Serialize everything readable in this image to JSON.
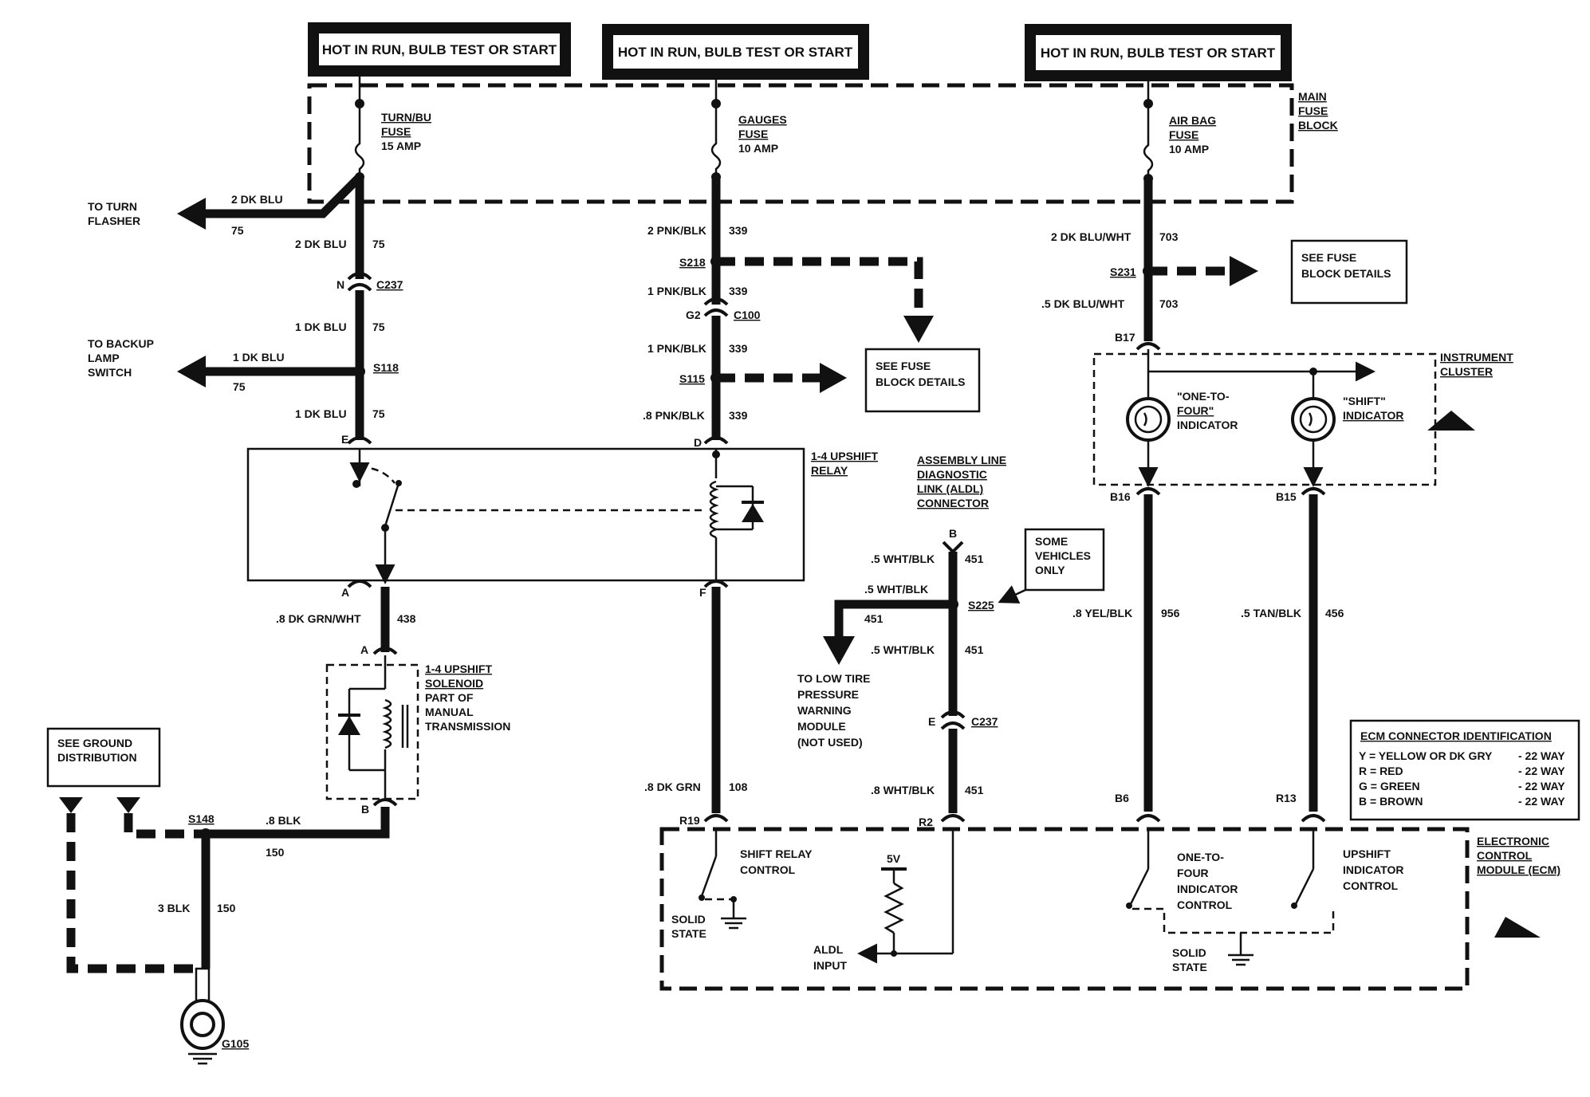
{
  "headers": {
    "left": "HOT IN RUN, BULB TEST OR START",
    "middle": "HOT IN RUN, BULB TEST OR START",
    "right": "HOT IN RUN, BULB TEST OR START"
  },
  "fuse_block": {
    "label": [
      "MAIN",
      "FUSE",
      "BLOCK"
    ],
    "fuses": {
      "turn_bu": [
        "TURN/BU",
        "FUSE",
        "15 AMP"
      ],
      "gauges": [
        "GAUGES",
        "FUSE",
        "10 AMP"
      ],
      "air_bag": [
        "AIR BAG",
        "FUSE",
        "10 AMP"
      ]
    }
  },
  "left_circuit": {
    "to_turn_flasher": [
      "TO TURN",
      "FLASHER"
    ],
    "flasher_wire": "2 DK BLU",
    "flasher_circuit": "75",
    "w1": "2 DK BLU",
    "w1_circuit": "75",
    "conn_pin": "N",
    "conn": "C237",
    "w2": "1 DK BLU",
    "w2_circuit": "75",
    "to_backup": [
      "TO BACKUP",
      "LAMP",
      "SWITCH"
    ],
    "backup_wire": "1 DK BLU",
    "backup_circuit": "75",
    "splice": "S118",
    "w3": "1 DK BLU",
    "w3_circuit": "75",
    "relay_pin_e": "E",
    "relay_pin_a": "A",
    "w4": ".8 DK GRN/WHT",
    "w4_circuit": "438",
    "sol_pin_a": "A",
    "sol_pin_b": "B",
    "solenoid": [
      "1-4 UPSHIFT",
      "SOLENOID",
      "PART OF",
      "MANUAL",
      "TRANSMISSION"
    ],
    "ground_note": [
      "SEE GROUND",
      "DISTRIBUTION"
    ],
    "splice_ground": "S148",
    "gnd_wire": ".8 BLK",
    "gnd_circuit": "150",
    "gnd_wire2": "3 BLK",
    "gnd_circuit2": "150",
    "ground": "G105"
  },
  "middle_circuit": {
    "w1": "2 PNK/BLK",
    "w1_circuit": "339",
    "splice1": "S218",
    "w2": "1 PNK/BLK",
    "w2_circuit": "339",
    "conn_pin": "G2",
    "conn": "C100",
    "w3": "1 PNK/BLK",
    "w3_circuit": "339",
    "splice2": "S115",
    "see_fuse": [
      "SEE FUSE",
      "BLOCK DETAILS"
    ],
    "w4": ".8 PNK/BLK",
    "w4_circuit": "339",
    "relay_pin_d": "D",
    "relay_pin_f": "F",
    "relay": [
      "1-4 UPSHIFT",
      "RELAY"
    ],
    "w5": ".8 DK GRN",
    "w5_circuit": "108",
    "ecm_pin": "R19",
    "ecm_label": [
      "SHIFT RELAY",
      "CONTROL"
    ],
    "solid_state": [
      "SOLID",
      "STATE"
    ]
  },
  "aldl": {
    "label": [
      "ASSEMBLY LINE",
      "DIAGNOSTIC",
      "LINK (ALDL)",
      "CONNECTOR"
    ],
    "pin_b": "B",
    "w1": ".5 WHT/BLK",
    "w1_circuit": "451",
    "some_vehicles": [
      "SOME",
      "VEHICLES",
      "ONLY"
    ],
    "branch_wire": ".5 WHT/BLK",
    "branch_circuit": "451",
    "splice": "S225",
    "to_low_tire": [
      "TO LOW TIRE",
      "PRESSURE",
      "WARNING",
      "MODULE",
      "(NOT USED)"
    ],
    "w2": ".5 WHT/BLK",
    "w2_circuit": "451",
    "conn_pin": "E",
    "conn": "C237",
    "w3": ".8 WHT/BLK",
    "w3_circuit": "451",
    "ecm_pin": "R2",
    "volt": "5V",
    "aldl_input": [
      "ALDL",
      "INPUT"
    ]
  },
  "right_circuit": {
    "w1": "2 DK BLU/WHT",
    "w1_circuit": "703",
    "splice": "S231",
    "see_fuse": [
      "SEE FUSE",
      "BLOCK DETAILS"
    ],
    "w2": ".5 DK BLU/WHT",
    "w2_circuit": "703",
    "pin_b17": "B17",
    "cluster": [
      "INSTRUMENT",
      "CLUSTER"
    ],
    "one_to_four": [
      "\"ONE-TO-",
      "FOUR\"",
      "INDICATOR"
    ],
    "shift_ind": [
      "\"SHIFT\"",
      "INDICATOR"
    ],
    "pin_b16": "B16",
    "pin_b15": "B15",
    "w3": ".8 YEL/BLK",
    "w3_circuit": "956",
    "w4": ".5 TAN/BLK",
    "w4_circuit": "456",
    "ecm_pin_b6": "B6",
    "ecm_pin_r13": "R13",
    "ecm_label1": [
      "ONE-TO-",
      "FOUR",
      "INDICATOR",
      "CONTROL"
    ],
    "ecm_label2": [
      "UPSHIFT",
      "INDICATOR",
      "CONTROL"
    ],
    "solid_state": [
      "SOLID",
      "STATE"
    ]
  },
  "ecm": {
    "label": [
      "ELECTRONIC",
      "CONTROL",
      "MODULE (ECM)"
    ]
  },
  "ecm_id": {
    "title": "ECM CONNECTOR IDENTIFICATION",
    "rows": [
      {
        "code": "Y =  YELLOW OR DK GRY",
        "ways": "- 22 WAY"
      },
      {
        "code": "R =  RED",
        "ways": "- 22 WAY"
      },
      {
        "code": "G = GREEN",
        "ways": "- 22 WAY"
      },
      {
        "code": "B =  BROWN",
        "ways": "- 22 WAY"
      }
    ]
  }
}
